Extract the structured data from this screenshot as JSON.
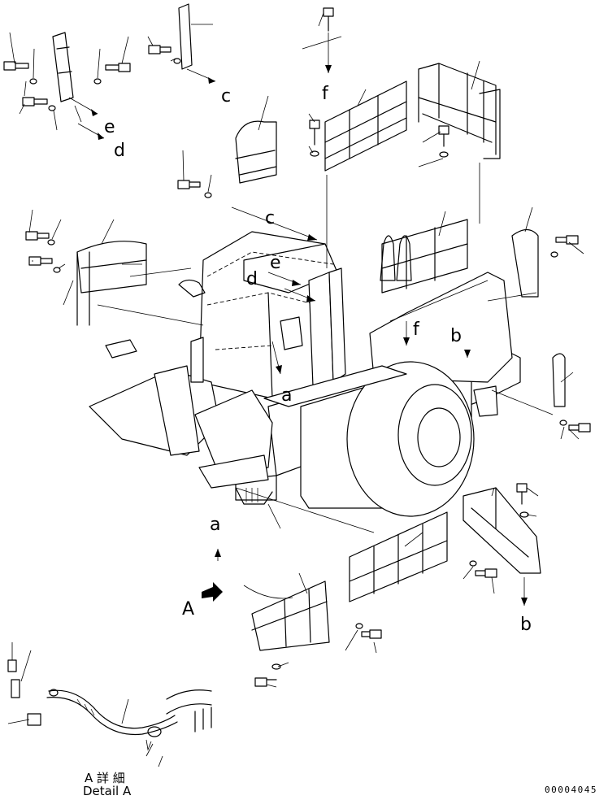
{
  "callouts": {
    "a_top": "a",
    "a_lower": "a",
    "b_right": "b",
    "b_bottom": "b",
    "c_top": "c",
    "c_mid": "c",
    "d_left": "d",
    "d_mid": "d",
    "e_left": "e",
    "e_mid": "e",
    "f_top": "f",
    "f_mid": "f",
    "view_A": "A"
  },
  "detail": {
    "title_jp": "A 詳 細",
    "title_en": "Detail A"
  },
  "drawing_code": "00004045"
}
